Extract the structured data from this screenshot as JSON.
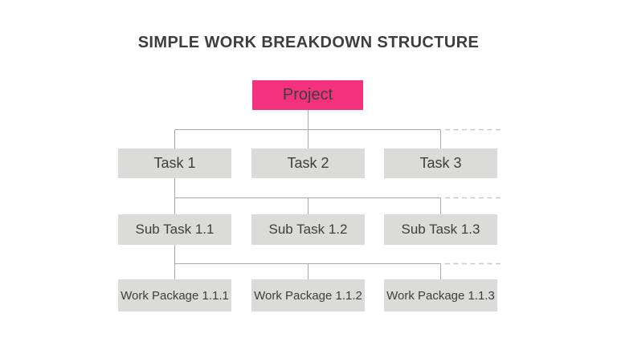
{
  "title": "SIMPLE WORK BREAKDOWN STRUCTURE",
  "colors": {
    "accent_pink": "#F4317E",
    "node_gray": "#DBDBD9",
    "line_solid": "#A9A9A7",
    "line_dashed": "#C9C9C5",
    "text_dark": "#3E3E3E",
    "background": "#FFFFFF"
  },
  "diagram": {
    "type": "work-breakdown-structure-tree",
    "root": {
      "label": "Project"
    },
    "levels": [
      {
        "name": "tasks",
        "nodes": [
          {
            "label": "Task 1"
          },
          {
            "label": "Task 2"
          },
          {
            "label": "Task 3"
          }
        ],
        "continues_right_dashed": true
      },
      {
        "name": "subtasks",
        "nodes": [
          {
            "label": "Sub Task 1.1"
          },
          {
            "label": "Sub Task 1.2"
          },
          {
            "label": "Sub Task 1.3"
          }
        ],
        "continues_right_dashed": true
      },
      {
        "name": "work_packages",
        "nodes": [
          {
            "label": "Work Package 1.1.1"
          },
          {
            "label": "Work Package 1.1.2"
          },
          {
            "label": "Work Package 1.1.3"
          }
        ],
        "continues_right_dashed": true
      }
    ]
  }
}
